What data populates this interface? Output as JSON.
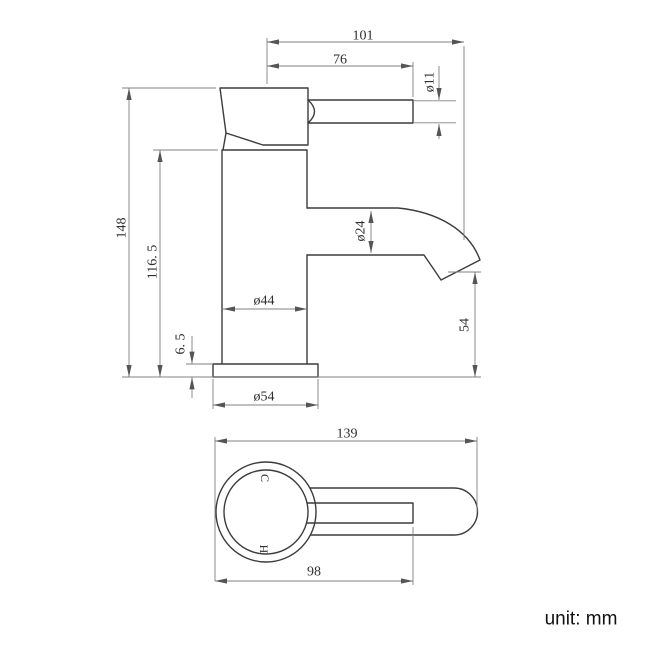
{
  "page": {
    "background": "#ffffff",
    "unit_note": "unit: mm"
  },
  "colors": {
    "object_line": "#3c3c3c",
    "dimension_line": "#828282",
    "text": "#2e2e2e"
  },
  "side_view": {
    "description": "front elevation of basin mixer tap",
    "dimensions": {
      "spout_reach_overall": "101",
      "handle_reach": "76",
      "handle_diameter": "ø11",
      "overall_height": "148",
      "body_height": "116. 5",
      "spout_tube_diameter": "ø24",
      "body_diameter": "ø44",
      "base_plate_height": "6. 5",
      "base_plate_diameter": "ø54",
      "spout_outlet_height": "54"
    }
  },
  "top_view": {
    "description": "plan view of tap with lever handle",
    "dimensions": {
      "overall_length": "139",
      "handle_length": "98"
    },
    "markings": {
      "cold": "C",
      "hot": "H"
    }
  }
}
